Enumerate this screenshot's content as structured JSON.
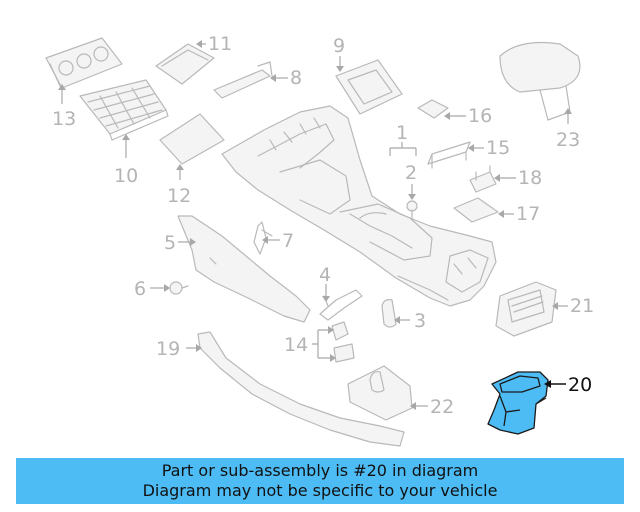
{
  "diagram": {
    "labels": [
      {
        "id": "1",
        "text": "1"
      },
      {
        "id": "2",
        "text": "2"
      },
      {
        "id": "3",
        "text": "3"
      },
      {
        "id": "4",
        "text": "4"
      },
      {
        "id": "5",
        "text": "5"
      },
      {
        "id": "6",
        "text": "6"
      },
      {
        "id": "7",
        "text": "7"
      },
      {
        "id": "8",
        "text": "8"
      },
      {
        "id": "9",
        "text": "9"
      },
      {
        "id": "10",
        "text": "10"
      },
      {
        "id": "11",
        "text": "11"
      },
      {
        "id": "12",
        "text": "12"
      },
      {
        "id": "13",
        "text": "13"
      },
      {
        "id": "14",
        "text": "14"
      },
      {
        "id": "15",
        "text": "15"
      },
      {
        "id": "16",
        "text": "16"
      },
      {
        "id": "17",
        "text": "17"
      },
      {
        "id": "18",
        "text": "18"
      },
      {
        "id": "19",
        "text": "19"
      },
      {
        "id": "20",
        "text": "20"
      },
      {
        "id": "21",
        "text": "21"
      },
      {
        "id": "22",
        "text": "22"
      },
      {
        "id": "23",
        "text": "23"
      }
    ],
    "highlighted_part": "20",
    "highlight_color": "#4dbbf4"
  },
  "banner": {
    "line1": "Part or sub-assembly is #20 in diagram",
    "line2": "Diagram may not be specific to your vehicle",
    "background": "#4dbbf4"
  }
}
